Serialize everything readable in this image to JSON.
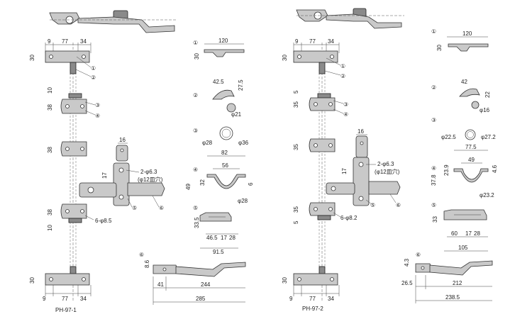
{
  "left": {
    "caption": "PH-97-1",
    "top_dims": [
      "9",
      "77",
      "34"
    ],
    "bottom_dims": [
      "9",
      "77",
      "34"
    ],
    "side_dims": [
      "30",
      "10",
      "38",
      "38",
      "17",
      "38",
      "10",
      "30"
    ],
    "callouts": [
      "①",
      "②",
      "③",
      "④",
      "⑤",
      "⑥"
    ],
    "bolt_label": "2-φ6.3",
    "bolt_sub": "(φ12皿穴)",
    "hole_label": "6-φ8.5",
    "dim_16": "16"
  },
  "left_details": {
    "d1": {
      "num": "①",
      "dims": [
        "120",
        "30"
      ]
    },
    "d2": {
      "num": "②",
      "dims": [
        "42.5",
        "27.5",
        "φ21"
      ]
    },
    "d3": {
      "num": "③",
      "dims": [
        "φ28",
        "φ36"
      ]
    },
    "d4": {
      "num": "④",
      "dims": [
        "82",
        "56",
        "49",
        "32",
        "6",
        "φ28"
      ]
    },
    "d5": {
      "num": "⑤",
      "dims": [
        "33.5",
        "46.5",
        "17",
        "28",
        "91.5"
      ]
    },
    "d6": {
      "num": "⑥",
      "dims": [
        "8.6",
        "41",
        "244",
        "285"
      ]
    }
  },
  "right": {
    "caption": "PH-97-2",
    "top_dims": [
      "9",
      "77",
      "34"
    ],
    "bottom_dims": [
      "9",
      "77",
      "34"
    ],
    "side_dims": [
      "30",
      "5",
      "35",
      "35",
      "17",
      "35",
      "5",
      "30"
    ],
    "callouts": [
      "①",
      "②",
      "③",
      "④",
      "⑤",
      "⑥"
    ],
    "bolt_label": "2-φ6.3",
    "bolt_sub": "(φ12皿穴)",
    "hole_label": "6-φ8.2",
    "dim_16": "16"
  },
  "right_details": {
    "d1": {
      "num": "①",
      "dims": [
        "120",
        "30"
      ]
    },
    "d2": {
      "num": "②",
      "dims": [
        "42",
        "22",
        "φ16"
      ]
    },
    "d3": {
      "num": "③",
      "dims": [
        "φ22.5",
        "φ27.2"
      ]
    },
    "d4": {
      "num": "④",
      "dims": [
        "77.5",
        "49",
        "23.9",
        "37.8",
        "4.6",
        "φ23.2"
      ]
    },
    "d5": {
      "num": "⑤",
      "dims": [
        "33",
        "60",
        "17",
        "28",
        "105"
      ]
    },
    "d6": {
      "num": "⑥",
      "dims": [
        "4.3",
        "26.5",
        "212",
        "238.5"
      ]
    }
  }
}
